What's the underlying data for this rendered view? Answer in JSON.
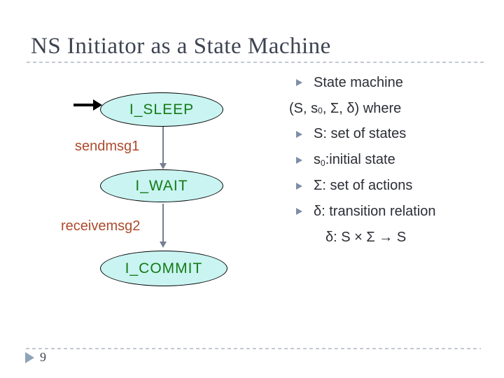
{
  "header": {
    "title": "NS Initiator as a State Machine"
  },
  "diagram": {
    "states": [
      {
        "label": "I_SLEEP"
      },
      {
        "label": "I_WAIT"
      },
      {
        "label": "I_COMMIT"
      }
    ],
    "transitions": [
      {
        "label": "sendmsg1"
      },
      {
        "label": "receivemsg2"
      }
    ],
    "colors": {
      "state_fill": "#c9f4f2",
      "state_border": "#000000",
      "state_text": "#157a15",
      "transition_text": "#ad4a2d",
      "connector": "#777f92",
      "start_arrow": "#000000"
    }
  },
  "bullet_list": {
    "bullet_color": "#7e8ea8",
    "lines": [
      {
        "text": "State machine"
      },
      {
        "pre": "(S, s",
        "sub": "0",
        "post": ", Σ, δ) where"
      },
      {
        "text": "S: set of states"
      },
      {
        "pre": "s",
        "sub": "0",
        "post": ":initial state"
      },
      {
        "text": "Σ: set of actions"
      },
      {
        "text": "δ: transition relation"
      },
      {
        "text": "δ: S × Σ → S"
      }
    ]
  },
  "footer": {
    "page_number": "9"
  },
  "theme": {
    "title_color": "#3d4451",
    "body_text_color": "#2b2e35",
    "dashed_line_color": "#c3c8cf",
    "footer_triangle_color": "#8fa3b8"
  }
}
